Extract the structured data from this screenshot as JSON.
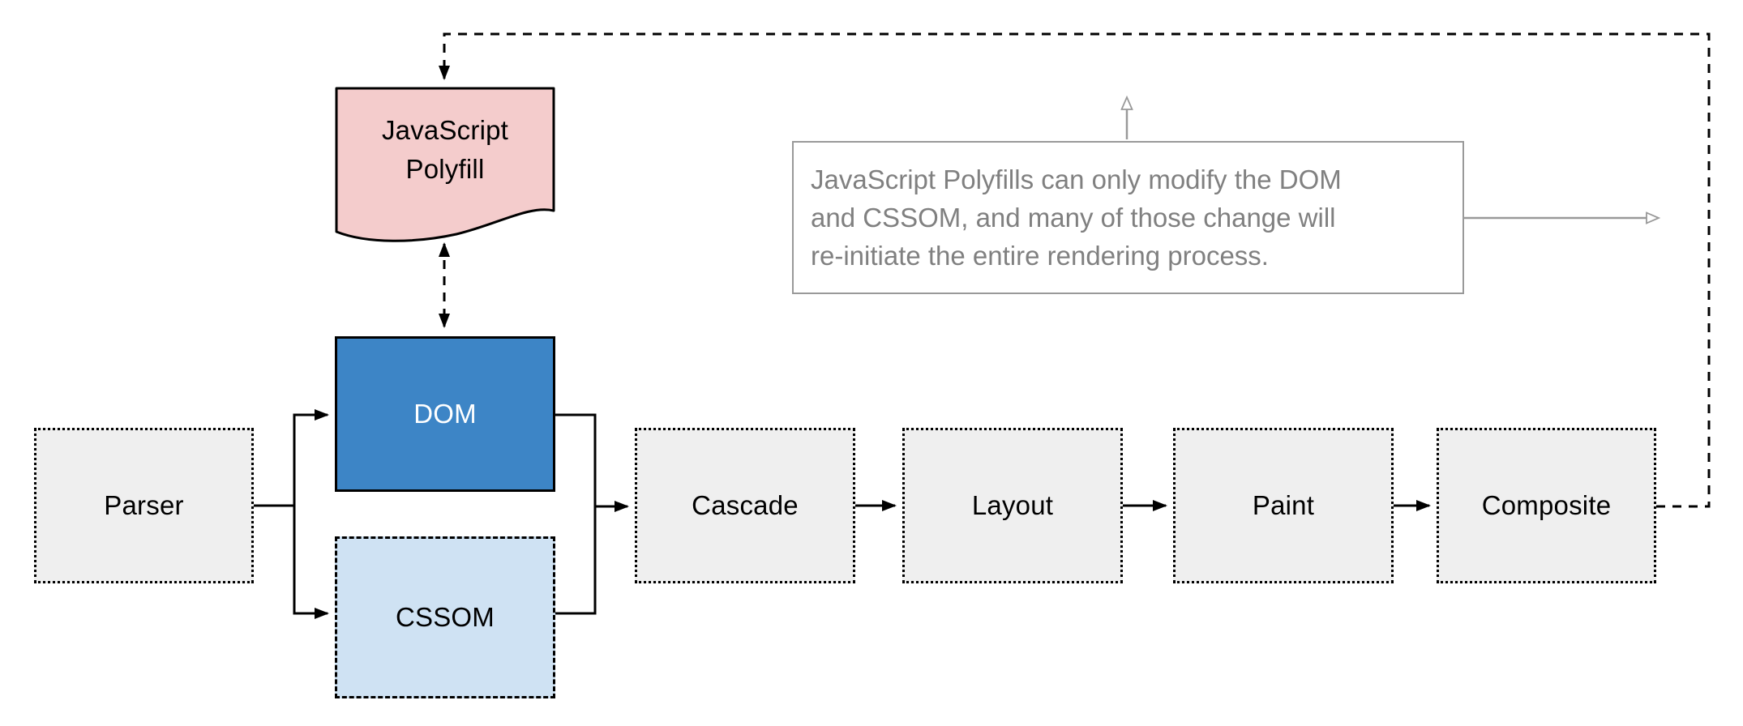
{
  "diagram": {
    "nodes": {
      "polyfill": {
        "label": "JavaScript Polyfill",
        "lines": [
          "JavaScript",
          "Polyfill"
        ],
        "shape": "document",
        "fill": "#f4cccc",
        "border_style": "solid"
      },
      "dom": {
        "label": "DOM",
        "fill": "#3d85c6",
        "border_style": "solid",
        "text_color": "#ffffff"
      },
      "cssom": {
        "label": "CSSOM",
        "fill": "#cfe2f3",
        "border_style": "dashed"
      },
      "parser": {
        "label": "Parser",
        "fill": "#efefef",
        "border_style": "dotted"
      },
      "cascade": {
        "label": "Cascade",
        "fill": "#efefef",
        "border_style": "dotted"
      },
      "layout": {
        "label": "Layout",
        "fill": "#efefef",
        "border_style": "dotted"
      },
      "paint": {
        "label": "Paint",
        "fill": "#efefef",
        "border_style": "dotted"
      },
      "composite": {
        "label": "Composite",
        "fill": "#efefef",
        "border_style": "dotted"
      }
    },
    "edges": [
      {
        "from": "parser",
        "to": "dom",
        "style": "solid"
      },
      {
        "from": "parser",
        "to": "cssom",
        "style": "solid"
      },
      {
        "from": "dom",
        "to": "cascade",
        "style": "solid"
      },
      {
        "from": "cssom",
        "to": "cascade",
        "style": "solid"
      },
      {
        "from": "cascade",
        "to": "layout",
        "style": "solid"
      },
      {
        "from": "layout",
        "to": "paint",
        "style": "solid"
      },
      {
        "from": "paint",
        "to": "composite",
        "style": "solid"
      },
      {
        "from": "composite",
        "to": "polyfill",
        "style": "dashed-feedback-loop"
      },
      {
        "from": "polyfill",
        "to": "dom",
        "style": "dashed-bidirectional"
      }
    ],
    "annotation": {
      "lines": [
        "JavaScript Polyfills can only modify the DOM",
        "and CSSOM, and many of those change will",
        "re-initiate the entire rendering process."
      ],
      "border_color": "#999999",
      "text_color": "#808080"
    },
    "colors": {
      "dom_blue": "#3d85c6",
      "cssom_light_blue": "#cfe2f3",
      "polyfill_pink": "#f4cccc",
      "stage_gray": "#efefef",
      "line_black": "#000000",
      "annotation_gray": "#999999",
      "background": "#ffffff"
    }
  }
}
